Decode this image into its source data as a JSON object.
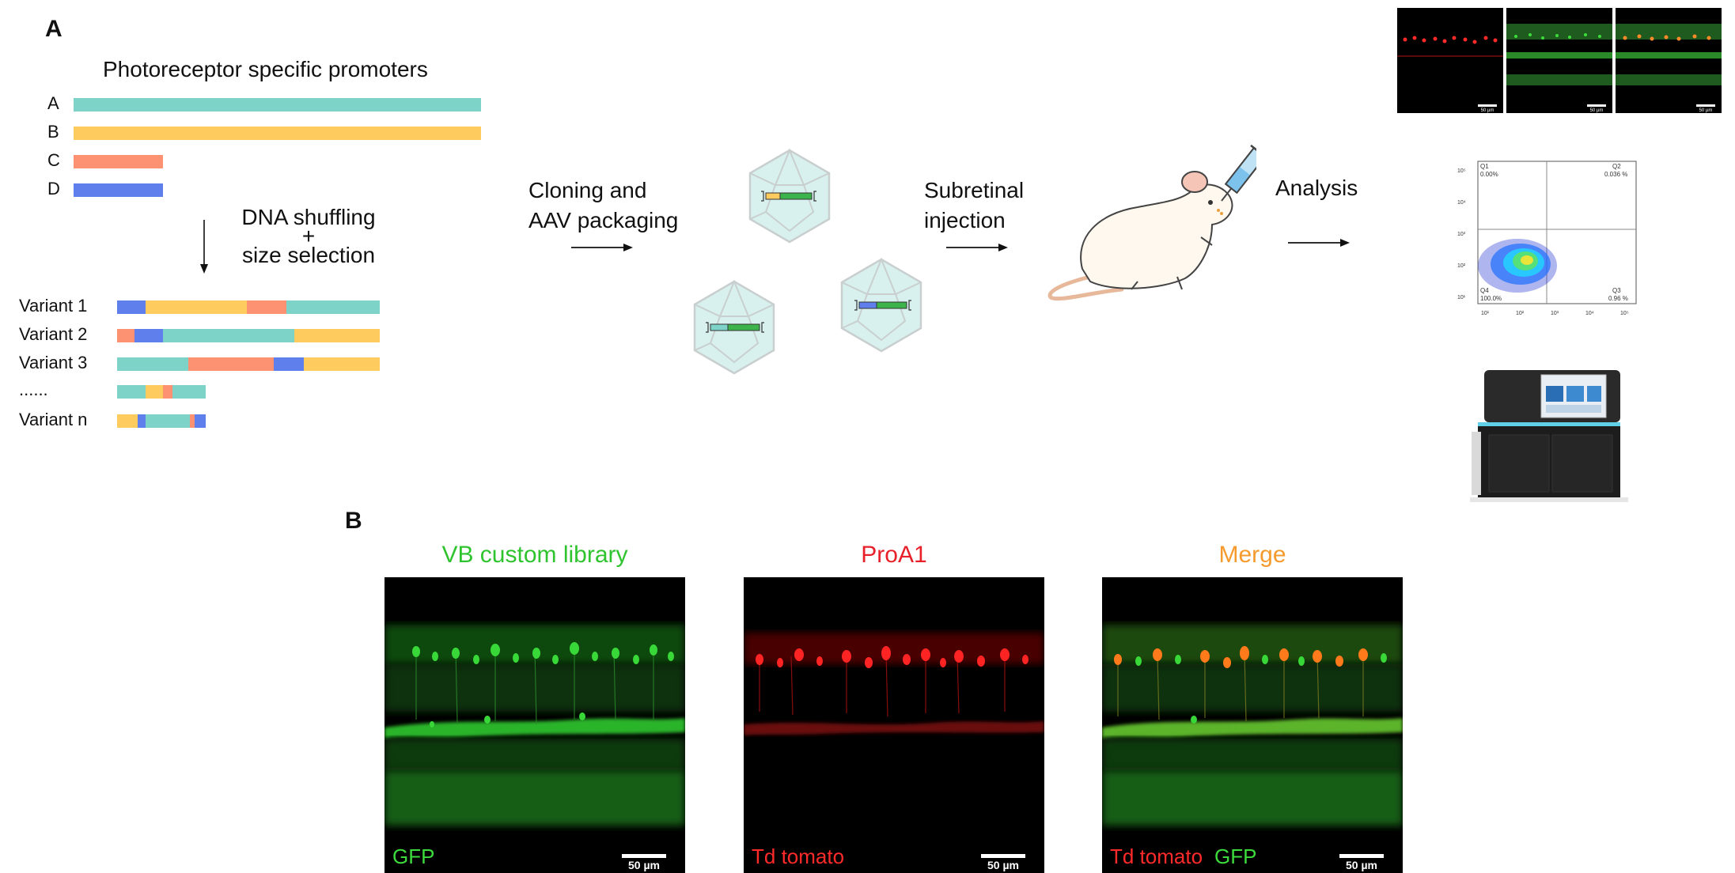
{
  "panel_a": {
    "letter": "A",
    "promoters_title": "Photoreceptor specific promoters",
    "promoters": [
      {
        "label": "A",
        "color": "#7ed3c8"
      },
      {
        "label": "B",
        "color": "#fecb5f"
      },
      {
        "label": "C",
        "color": "#fd9273"
      },
      {
        "label": "D",
        "color": "#5f80ec"
      }
    ],
    "shuffling_line1": "DNA shuffling",
    "shuffling_line2": "+",
    "shuffling_line3": "size selection",
    "variants": [
      {
        "label": "Variant 1"
      },
      {
        "label": "Variant 2"
      },
      {
        "label": "Variant 3"
      },
      {
        "label": "......"
      },
      {
        "label": "Variant n"
      }
    ],
    "cloning_line1": "Cloning and",
    "cloning_line2": "AAV packaging",
    "injection_line1": "Subretinal",
    "injection_line2": "injection",
    "analysis": "Analysis",
    "thumb_scalebar": "50 µm",
    "facs": {
      "q1": "Q1",
      "q1_value": "0.00%",
      "q2": "Q2",
      "q2_value": "0.036 %",
      "q3": "Q3",
      "q3_value": "0.96 %",
      "q4": "Q4",
      "q4_value": "100.0%",
      "y_ticks": [
        "10⁵",
        "10⁴",
        "10³",
        "10²",
        "10¹"
      ],
      "x_ticks": [
        "10¹",
        "10²",
        "10³",
        "10⁴",
        "10⁵"
      ]
    }
  },
  "panel_b": {
    "letter": "B",
    "columns": [
      {
        "title": "VB custom library",
        "title_color": "#2fc42f"
      },
      {
        "title": "ProA1",
        "title_color": "#e8202a"
      },
      {
        "title": "Merge",
        "title_color": "#f59a2d"
      }
    ],
    "channel_gfp": "GFP",
    "channel_td": "Td tomato",
    "scalebar": "50 µm",
    "green": "#3ddc3d",
    "red": "#ff2a2a"
  }
}
